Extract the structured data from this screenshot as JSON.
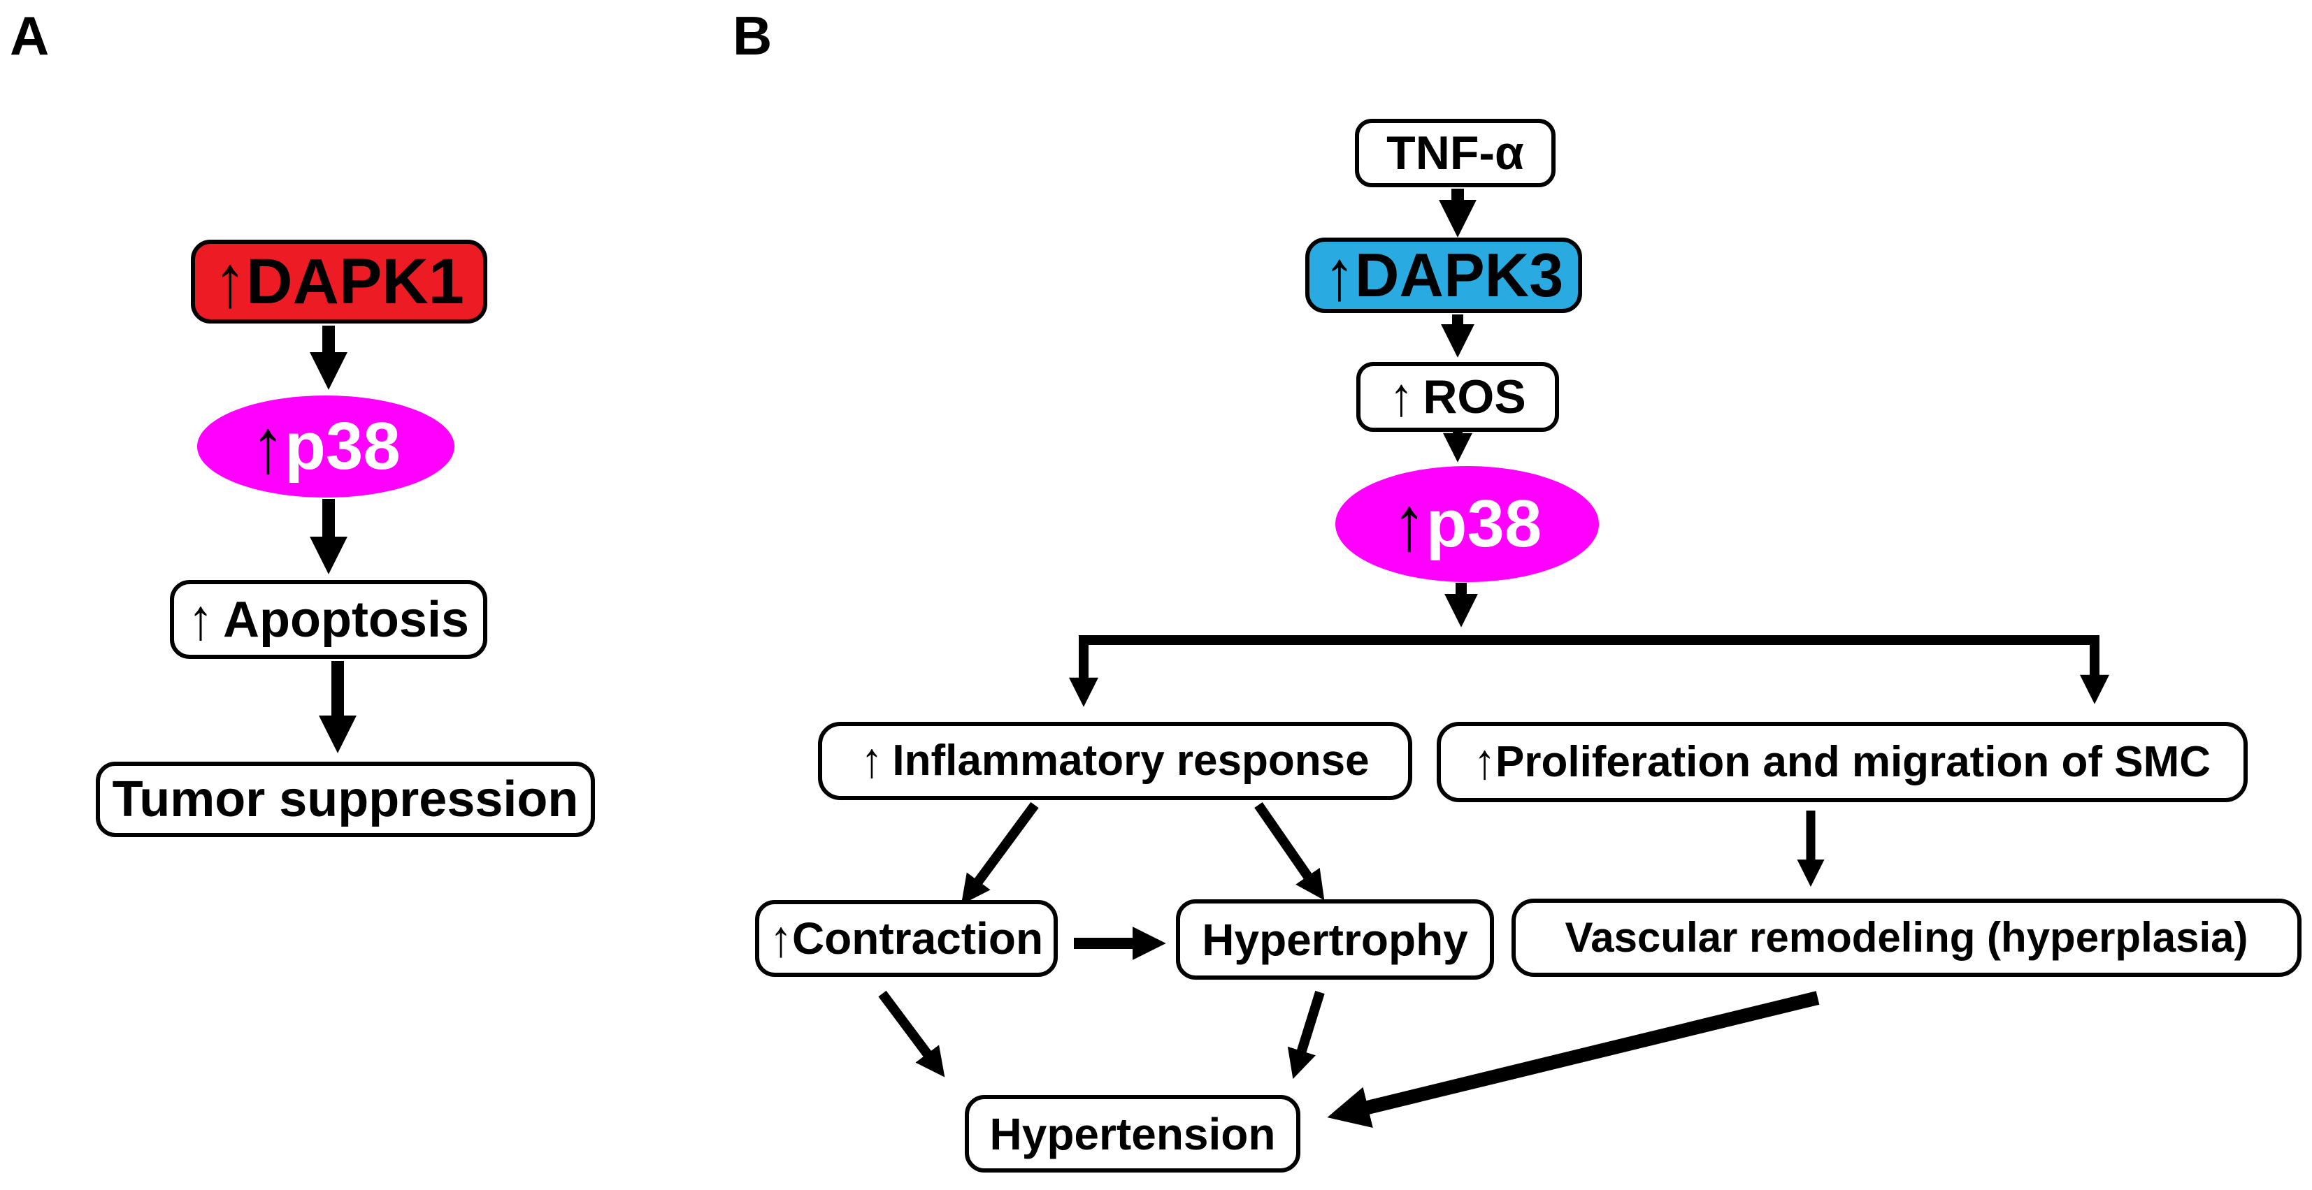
{
  "figure": {
    "colors": {
      "red": "#ED1C24",
      "magenta": "#FF00FF",
      "blue": "#29ABE2",
      "black": "#000000",
      "white": "#FFFFFF"
    },
    "panel_a": {
      "label": "A",
      "nodes": {
        "dapk1": {
          "arrow": "↑",
          "label": "DAPK1"
        },
        "p38": {
          "arrow": "↑",
          "label": "p38"
        },
        "apoptosis": {
          "arrow": "↑",
          "label": "Apoptosis"
        },
        "tumor": {
          "label": "Tumor suppression"
        }
      },
      "edges": [
        {
          "from": "↑DAPK1",
          "to": "↑p38"
        },
        {
          "from": "↑p38",
          "to": "↑ Apoptosis"
        },
        {
          "from": "↑ Apoptosis",
          "to": "Tumor suppression"
        }
      ]
    },
    "panel_b": {
      "label": "B",
      "nodes": {
        "tnf": {
          "label": "TNF-α"
        },
        "dapk3": {
          "arrow": "↑",
          "label": "DAPK3"
        },
        "ros": {
          "arrow": "↑",
          "label": "ROS"
        },
        "p38": {
          "arrow": "↑",
          "label": "p38"
        },
        "inflammatory": {
          "arrow": "↑",
          "label": "Inflammatory response"
        },
        "proliferation": {
          "arrow": "↑",
          "label": "Proliferation and migration of SMC"
        },
        "contraction": {
          "arrow": "↑",
          "label": "Contraction"
        },
        "hypertrophy": {
          "label": "Hypertrophy"
        },
        "vascular": {
          "label": "Vascular remodeling (hyperplasia)"
        },
        "hypertension": {
          "label": "Hypertension"
        }
      },
      "edges": [
        {
          "from": "TNF-α",
          "to": "↑DAPK3"
        },
        {
          "from": "↑DAPK3",
          "to": "↑ ROS"
        },
        {
          "from": "↑ ROS",
          "to": "↑p38"
        },
        {
          "from": "↑p38",
          "to": "↑ Inflammatory response"
        },
        {
          "from": "↑p38",
          "to": "↑ Proliferation and migration of SMC"
        },
        {
          "from": "↑ Inflammatory response",
          "to": "↑Contraction"
        },
        {
          "from": "↑ Inflammatory response",
          "to": "Hypertrophy"
        },
        {
          "from": "↑Contraction",
          "to": "Hypertrophy"
        },
        {
          "from": "↑ Proliferation and migration of SMC",
          "to": "Vascular remodeling (hyperplasia)"
        },
        {
          "from": "↑Contraction",
          "to": "Hypertension"
        },
        {
          "from": "Hypertrophy",
          "to": "Hypertension"
        },
        {
          "from": "Vascular remodeling (hyperplasia)",
          "to": "Hypertension"
        }
      ]
    }
  }
}
